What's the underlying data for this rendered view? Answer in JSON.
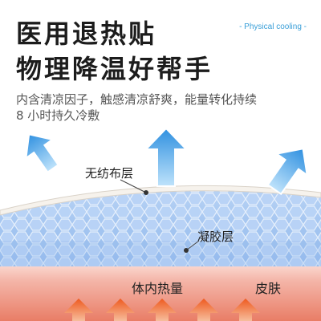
{
  "header": {
    "title_line1": "医用退热贴",
    "title_line2": "物理降温好帮手",
    "tag": "- Physical cooling -"
  },
  "description": {
    "line1": "内含清凉因子，触感清凉舒爽，能量转化持续",
    "line2": "8 小时持久冷敷"
  },
  "diagram": {
    "nonwoven_label": "无纺布层",
    "gel_label": "凝胶层",
    "heat_label": "体内热量",
    "skin_label": "皮肤"
  },
  "colors": {
    "accent": "#3a9fd8",
    "cool_arrow": "#4aa8e8",
    "warm_arrow": "#f06a2a",
    "skin": "#f2b3a8",
    "gel": "#a9c9f2"
  }
}
